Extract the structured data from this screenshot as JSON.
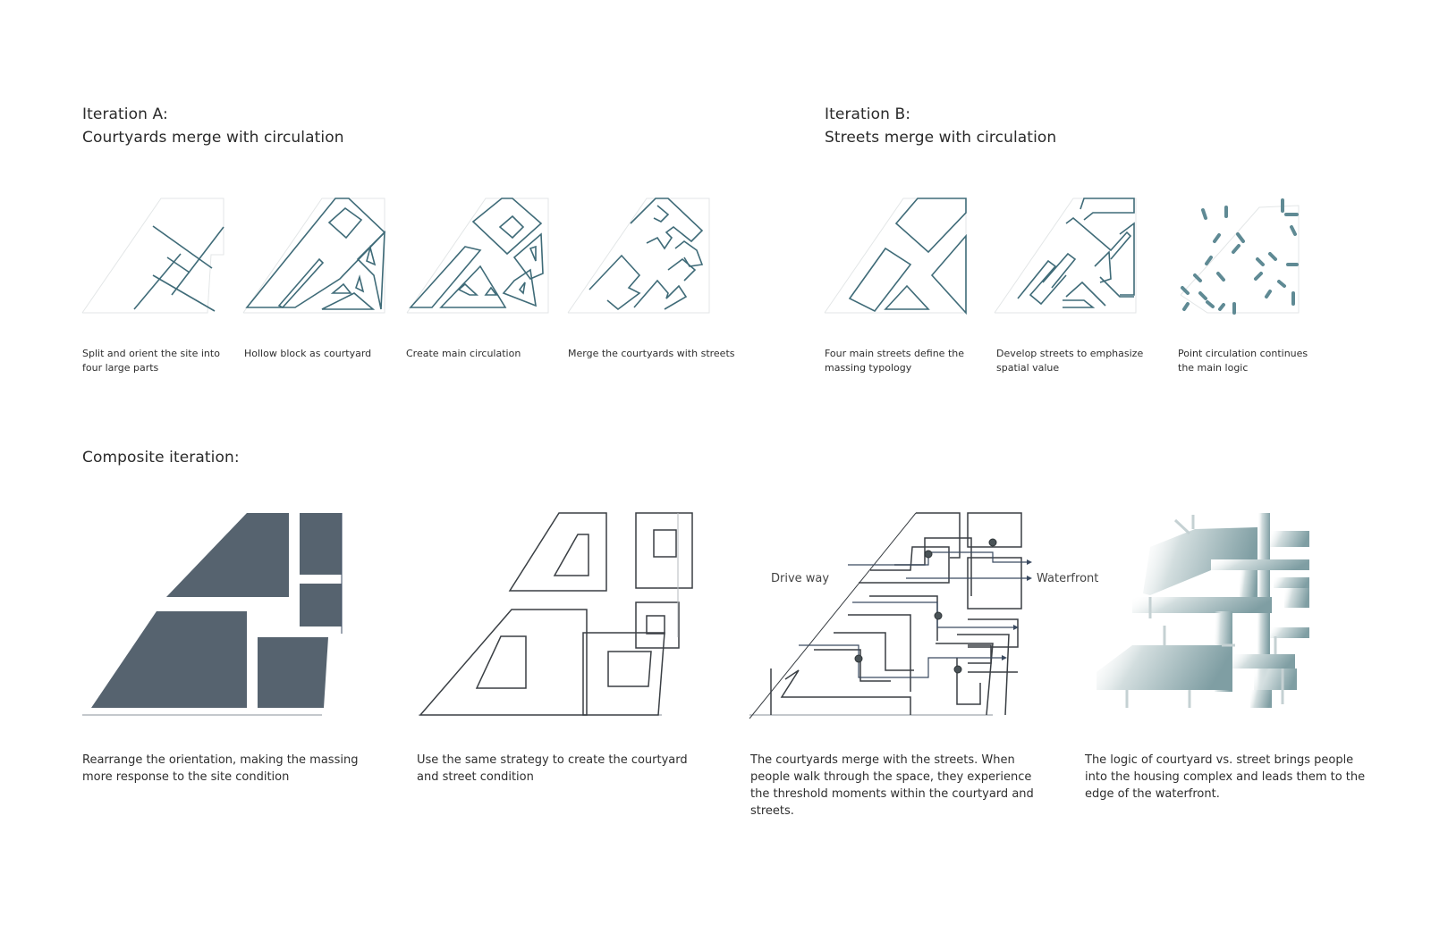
{
  "iteration_a": {
    "title_line1": "Iteration A:",
    "title_line2": "Courtyards merge with circulation",
    "steps": [
      {
        "caption": "Split and orient the site into four large parts"
      },
      {
        "caption": "Hollow block as courtyard"
      },
      {
        "caption": "Create main circulation"
      },
      {
        "caption": "Merge the courtyards with streets"
      }
    ]
  },
  "iteration_b": {
    "title_line1": "Iteration B:",
    "title_line2": "Streets merge with circulation",
    "steps": [
      {
        "caption": "Four main streets define the massing typology"
      },
      {
        "caption": "Develop streets to emphasize spatial value"
      },
      {
        "caption": "Point circulation continues the main logic"
      }
    ]
  },
  "composite": {
    "title": "Composite iteration:",
    "steps": [
      {
        "caption": "Rearrange the orientation, making the massing more response to the site condition"
      },
      {
        "caption": "Use the same strategy to create the courtyard and street condition"
      },
      {
        "caption": "The courtyards merge with the streets. When people walk through the space, they experience the threshold moments within the courtyard and streets."
      },
      {
        "caption": "The logic of courtyard vs. street brings people into the housing complex and leads them to the edge of the waterfront."
      }
    ],
    "labels": {
      "drive_way": "Drive way",
      "waterfront": "Waterfront"
    }
  },
  "colors": {
    "line_teal": "#3f6b78",
    "mass_fill": "#56636f",
    "ghost_line": "#e3e6e7",
    "dark_line": "#3a3f44",
    "gradient_end": "#7f9ea3"
  }
}
